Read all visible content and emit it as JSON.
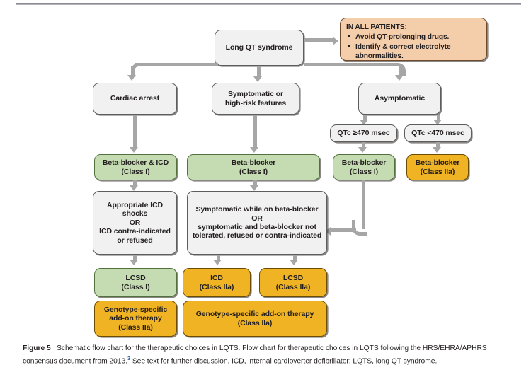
{
  "figure": {
    "label": "Figure 5",
    "caption_part1": "Schematic flow chart for the therapeutic choices in LQTS. Flow chart for therapeutic choices in LQTS following the HRS/EHRA/APHRS consensus document from 2013.",
    "reference_marker": "3",
    "caption_part2": "See text for further discussion. ICD, internal cardioverter defibrillator; LQTS, long QT syndrome."
  },
  "colors": {
    "class_i": "#c5dcb2",
    "class_iia": "#f0b323",
    "neutral": "#f1f1f1",
    "advice": "#f4cdaa",
    "connector": "#a6a6a6",
    "border": "#5d5d5d"
  },
  "nodes": {
    "root": {
      "label": "Long QT syndrome",
      "type": "neutral"
    },
    "all_patients": {
      "heading": "IN ALL PATIENTS:",
      "bullets": [
        "Avoid QT-prolonging drugs.",
        "Identify & correct electrolyte abnormalities."
      ],
      "type": "advice"
    },
    "cardiac_arrest": {
      "label": "Cardiac arrest",
      "type": "neutral"
    },
    "symptomatic": {
      "line1": "Symptomatic or",
      "line2": "high-risk features",
      "type": "neutral"
    },
    "asymptomatic": {
      "label": "Asymptomatic",
      "type": "neutral"
    },
    "qtc_high": {
      "label": "QTc ≥470 msec",
      "type": "neutral"
    },
    "qtc_low": {
      "label": "QTc <470 msec",
      "type": "neutral"
    },
    "bb_icd": {
      "line1": "Beta-blocker & ICD",
      "line2": "(Class I)",
      "type": "class_i"
    },
    "bb_mid": {
      "line1": "Beta-blocker",
      "line2": "(Class I)",
      "type": "class_i"
    },
    "bb_qtc_high": {
      "line1": "Beta-blocker",
      "line2": "(Class I)",
      "type": "class_i"
    },
    "bb_qtc_low": {
      "line1": "Beta-blocker",
      "line2": "(Class IIa)",
      "type": "class_iia"
    },
    "icd_criteria": {
      "line1": "Appropriate ICD",
      "line2": "shocks",
      "line3": "OR",
      "line4": "ICD contra-indicated",
      "line5": "or refused",
      "type": "neutral"
    },
    "bb_failure": {
      "line1": "Symptomatic while on beta-blocker",
      "line2": "OR",
      "line3": "symptomatic and beta-blocker not",
      "line4": "tolerated, refused or contra-indicated",
      "type": "neutral"
    },
    "lcsd_left": {
      "line1": "LCSD",
      "line2": "(Class I)",
      "type": "class_i"
    },
    "icd_mid": {
      "line1": "ICD",
      "line2": "(Class IIa)",
      "type": "class_iia"
    },
    "lcsd_right": {
      "line1": "LCSD",
      "line2": "(Class IIa)",
      "type": "class_iia"
    },
    "genotype_left": {
      "line1": "Genotype-specific",
      "line2": "add-on therapy",
      "line3": "(Class IIa)",
      "type": "class_iia"
    },
    "genotype_mid": {
      "line1": "Genotype-specific add-on therapy",
      "line2": "(Class IIa)",
      "type": "class_iia"
    }
  }
}
